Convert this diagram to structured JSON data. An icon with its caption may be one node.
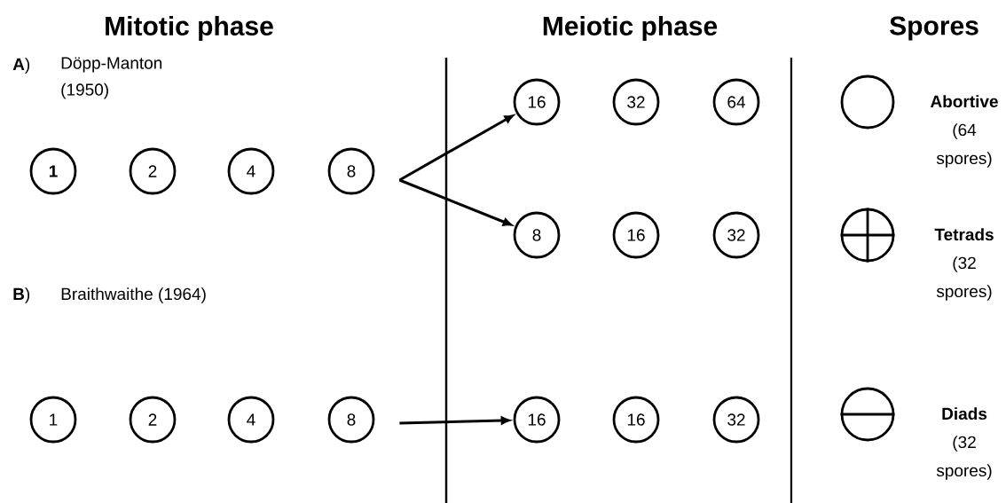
{
  "diagram": {
    "nodes": [
      {
        "text": [
          "1"
        ]
      },
      {
        "text": [
          "2"
        ]
      },
      {
        "text": [
          "4"
        ]
      },
      {
        "text": [
          "8"
        ]
      },
      {
        "text": [
          "16"
        ]
      },
      {
        "text": [
          "32"
        ]
      },
      {
        "text": [
          "64"
        ]
      },
      {
        "text": [
          "8"
        ]
      },
      {
        "text": [
          "16"
        ]
      },
      {
        "text": [
          "32"
        ]
      },
      {
        "text": [
          "1"
        ]
      },
      {
        "text": [
          "2"
        ]
      },
      {
        "text": [
          "4"
        ]
      },
      {
        "text": [
          "8"
        ]
      },
      {
        "text": [
          "16"
        ]
      },
      {
        "text": [
          "16"
        ]
      },
      {
        "text": [
          "32"
        ]
      },
      {
        "text": [],
        "shape": "circle",
        "beside": [
          "Abortive",
          "(64 spores)"
        ]
      },
      {
        "text": [],
        "shape": "circle",
        "beside": [
          "Tetrads",
          "(32 spores)"
        ]
      },
      {
        "text": [],
        "shape": "circle",
        "beside": [
          "Diads",
          "(32 spores)"
        ]
      }
    ],
    "edges": [
      {
        "from": 3,
        "to": 4,
        "arrow": "to"
      },
      {
        "from": 3,
        "to": 7,
        "arrow": "to"
      },
      {
        "from": 13,
        "to": 14,
        "arrow": "to"
      }
    ],
    "labels": [
      "Mitotic phase",
      "Meiotic phase",
      "Spores",
      "**A**)",
      "Döpp-Manton (1950)",
      "**B**)",
      "Braithwaithe (1964)"
    ]
  }
}
